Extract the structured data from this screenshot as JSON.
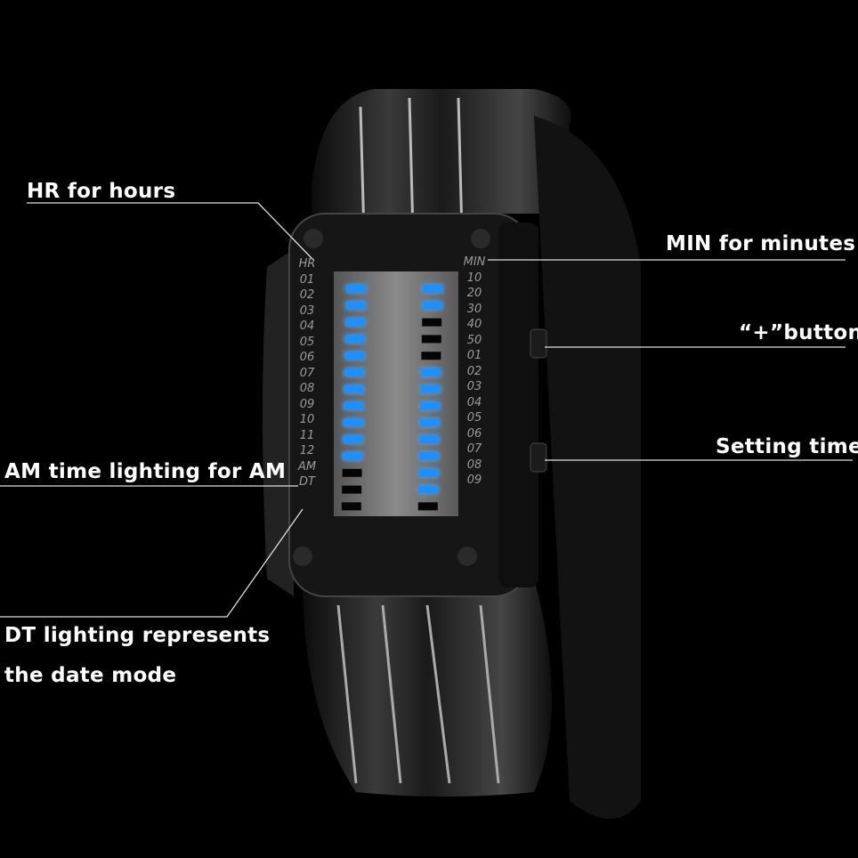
{
  "callouts": {
    "hr": "HR for hours",
    "min": "MIN for minutes",
    "plus_button": "“+”button",
    "setting": "Setting time",
    "am": "AM time lighting for AM",
    "dt_line1": "DT lighting represents",
    "dt_line2": "the date mode"
  },
  "watch": {
    "hour_scale": [
      "HR",
      "01",
      "02",
      "03",
      "04",
      "05",
      "06",
      "07",
      "08",
      "09",
      "10",
      "11",
      "12",
      "AM",
      "DT"
    ],
    "minute_scale": [
      "MIN",
      "10",
      "20",
      "30",
      "40",
      "50",
      "01",
      "02",
      "03",
      "04",
      "05",
      "06",
      "07",
      "08",
      "09"
    ],
    "hour_leds": [
      1,
      1,
      1,
      1,
      1,
      1,
      1,
      1,
      1,
      1,
      1,
      0,
      0,
      0
    ],
    "minute_leds": [
      1,
      1,
      0,
      0,
      0,
      1,
      1,
      1,
      1,
      1,
      1,
      1,
      1,
      0
    ],
    "led_on_color": "#1e8fff",
    "led_off_color": "#050505"
  }
}
